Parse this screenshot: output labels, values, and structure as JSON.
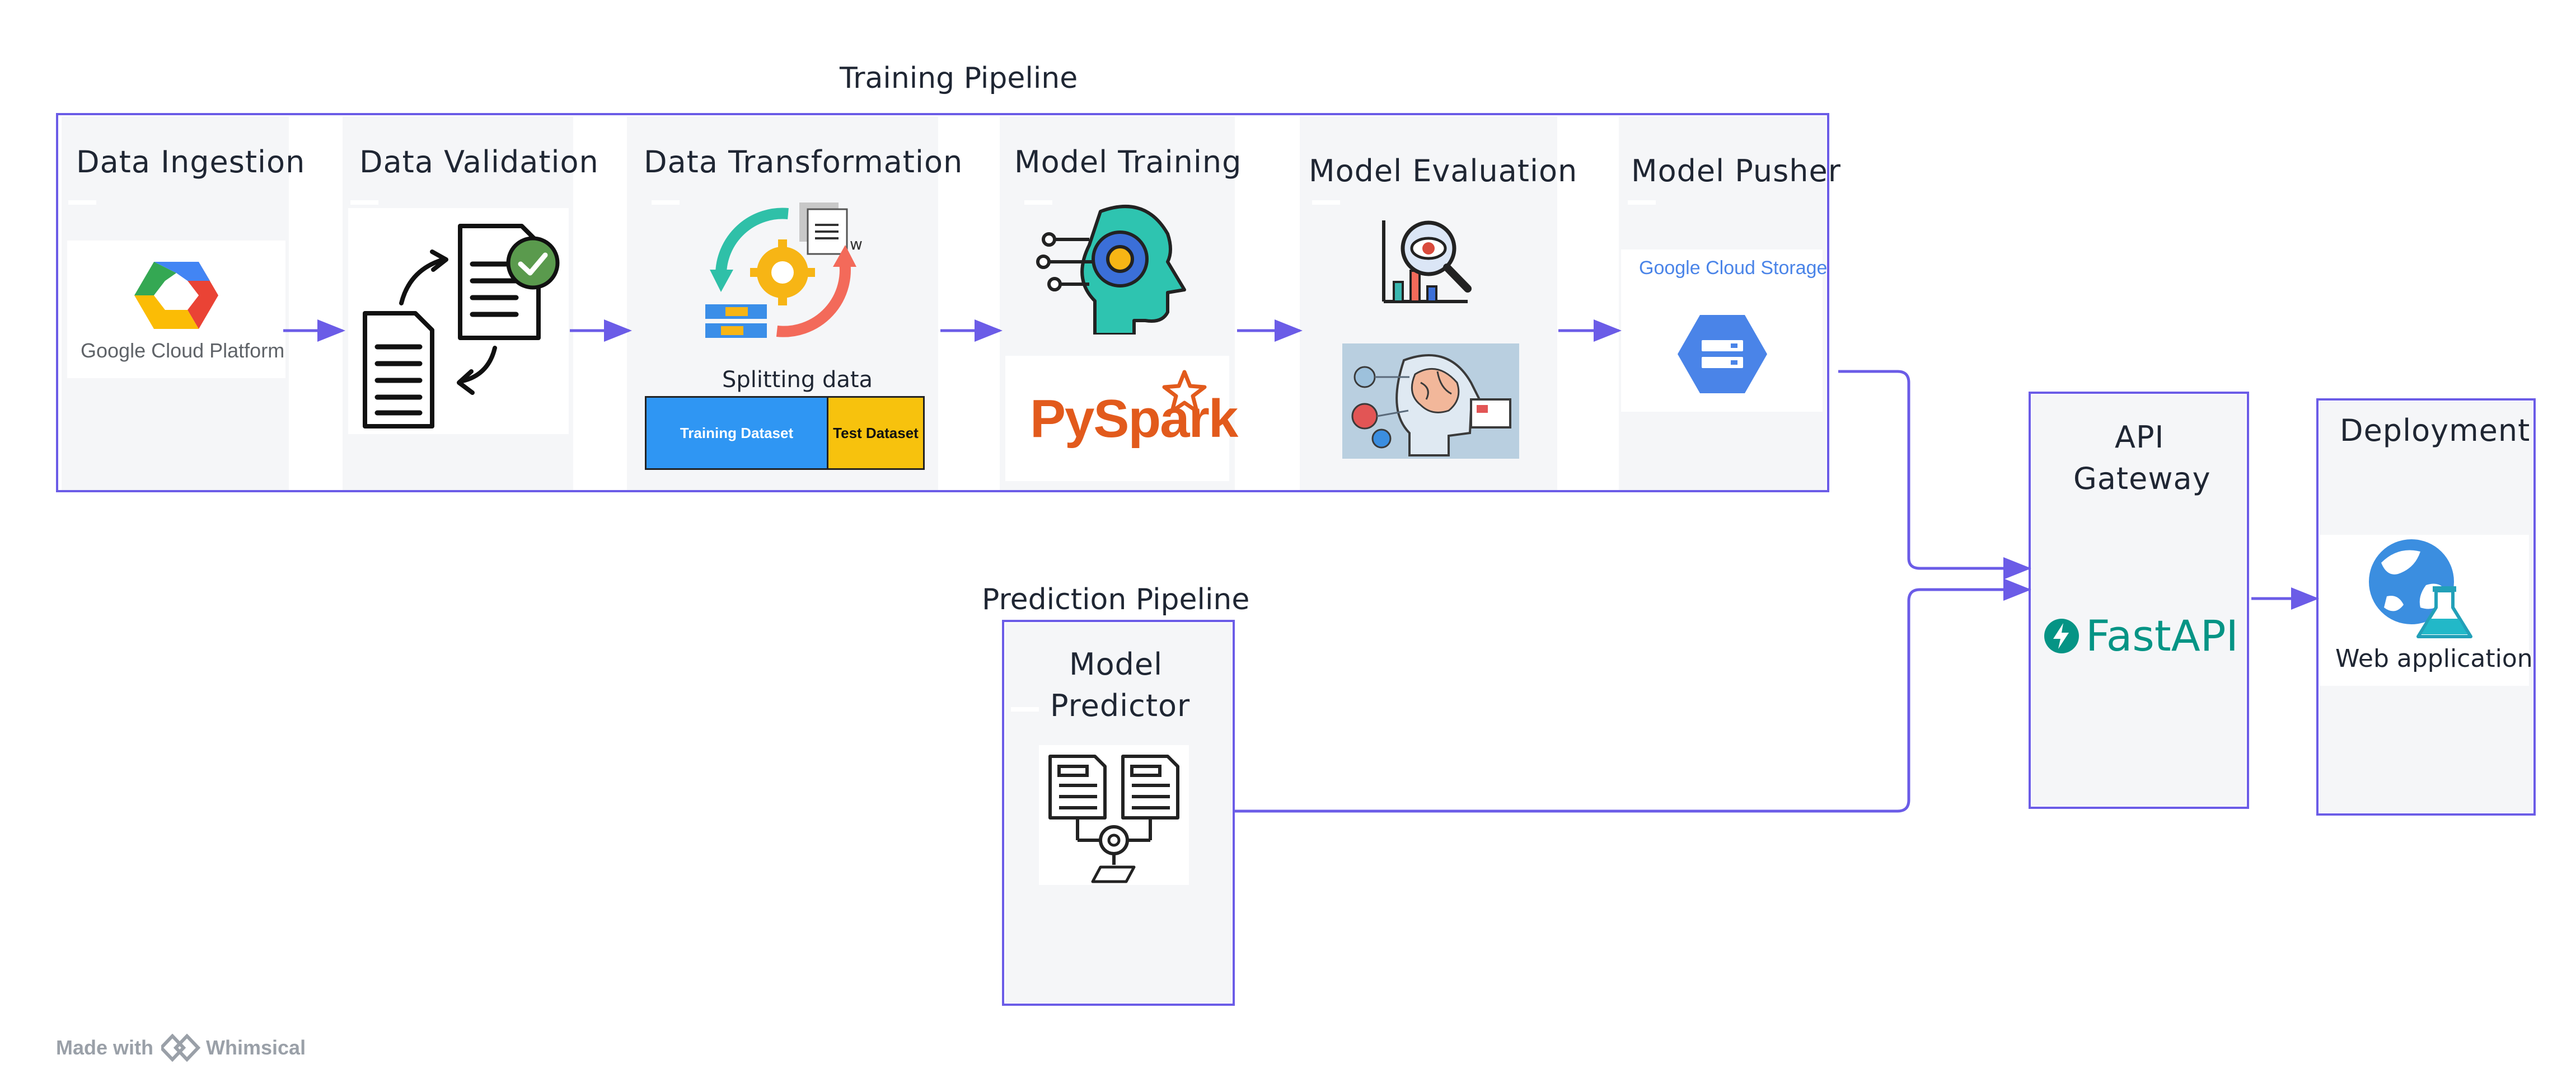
{
  "training_pipeline": {
    "label": "Training Pipeline",
    "stages": [
      {
        "title": "Data Ingestion",
        "logo_text": "Google Cloud Platform",
        "icon": "google-cloud-hexagon-icon"
      },
      {
        "title": "Data Validation",
        "icon": "documents-validated-icon"
      },
      {
        "title": "Data Transformation",
        "icon": "data-transform-cycle-icon",
        "caption": "Splitting data",
        "split": {
          "train_label": "Training Dataset",
          "test_label": "Test Dataset",
          "train_color": "#2f96f3",
          "test_color": "#f7c20d"
        }
      },
      {
        "title": "Model Training",
        "icon": "ai-brain-gear-icon",
        "logo_text": "PySpark"
      },
      {
        "title": "Model Evaluation",
        "icon": "chart-magnifier-eye-icon",
        "second_icon": "ai-head-circuit-icon"
      },
      {
        "title": "Model Pusher",
        "logo_text": "Google Cloud Storage",
        "icon": "cloud-storage-hexagon-icon"
      }
    ]
  },
  "prediction_pipeline": {
    "label": "Prediction Pipeline",
    "stage": {
      "title_line1": "Model",
      "title_line2": "Predictor",
      "icon": "documents-to-model-icon"
    }
  },
  "api_gateway": {
    "title_line1": "API",
    "title_line2": "Gateway",
    "logo_text": "FastAPI",
    "icon": "fastapi-bolt-icon"
  },
  "deployment": {
    "title": "Deployment",
    "caption": "Web application",
    "icon": "globe-flask-icon"
  },
  "footer": {
    "made_with": "Made with",
    "brand": "Whimsical",
    "icon": "whimsical-diamond-icon"
  },
  "colors": {
    "frame": "#6b5ce7",
    "arrow": "#6b5ce7",
    "stage_bg": "#f5f6f8",
    "fastapi": "#059485",
    "gcs_text": "#4a84e8"
  }
}
